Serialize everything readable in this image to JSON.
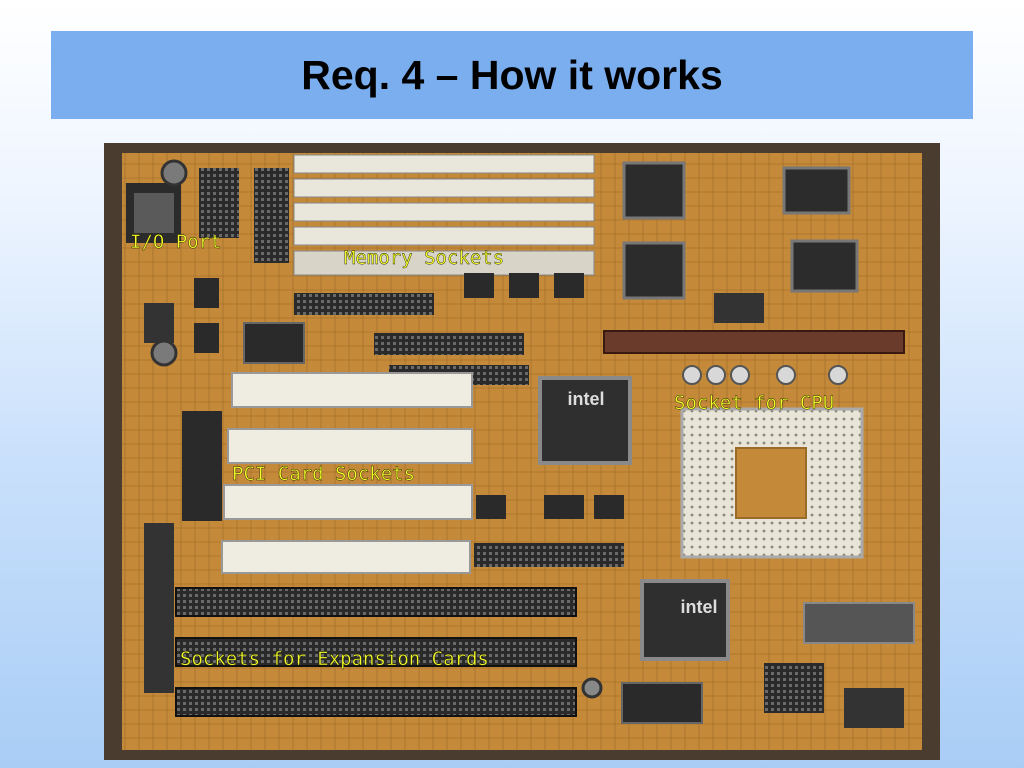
{
  "slide": {
    "title": "Req. 4 – How it works"
  },
  "photo": {
    "labels": {
      "io_port": "I/O Port",
      "memory": "Memory Sockets",
      "cpu": "Socket for CPU",
      "pci": "PCI Card Sockets",
      "expansion": "Sockets for Expansion Cards"
    },
    "chip_marks": {
      "intel_north": "intel",
      "intel_south": "intel"
    },
    "colors": {
      "board": "#c9913f",
      "label_text": "#f6ff2a",
      "title_bar": "#7aaeee"
    }
  }
}
